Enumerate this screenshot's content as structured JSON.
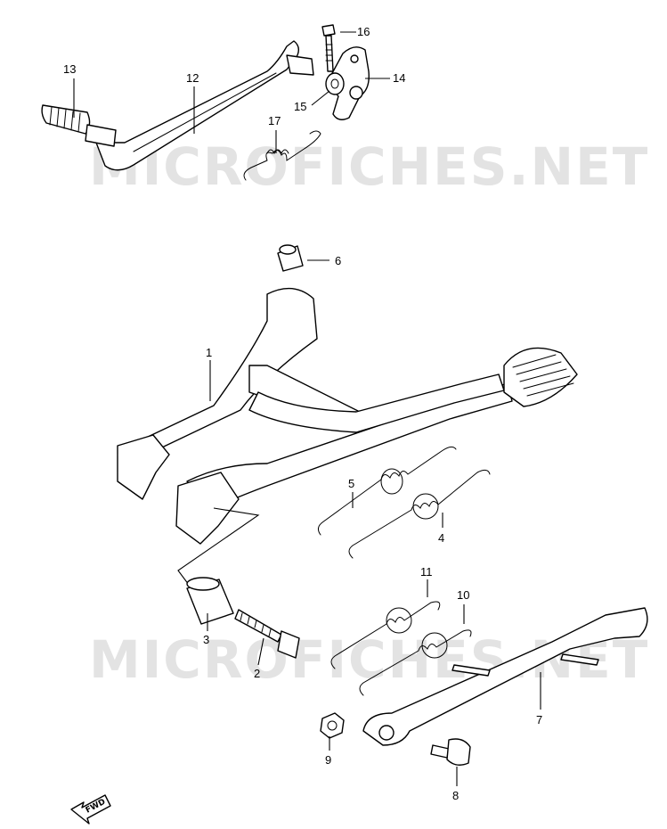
{
  "watermark": "MICROFICHES.NET",
  "fwd_label": "FWD",
  "callouts": {
    "p1": "1",
    "p2": "2",
    "p3": "3",
    "p4": "4",
    "p5": "5",
    "p6": "6",
    "p7": "7",
    "p8": "8",
    "p9": "9",
    "p10": "10",
    "p11": "11",
    "p12": "12",
    "p13": "13",
    "p14": "14",
    "p15": "15",
    "p16": "16",
    "p17": "17"
  }
}
